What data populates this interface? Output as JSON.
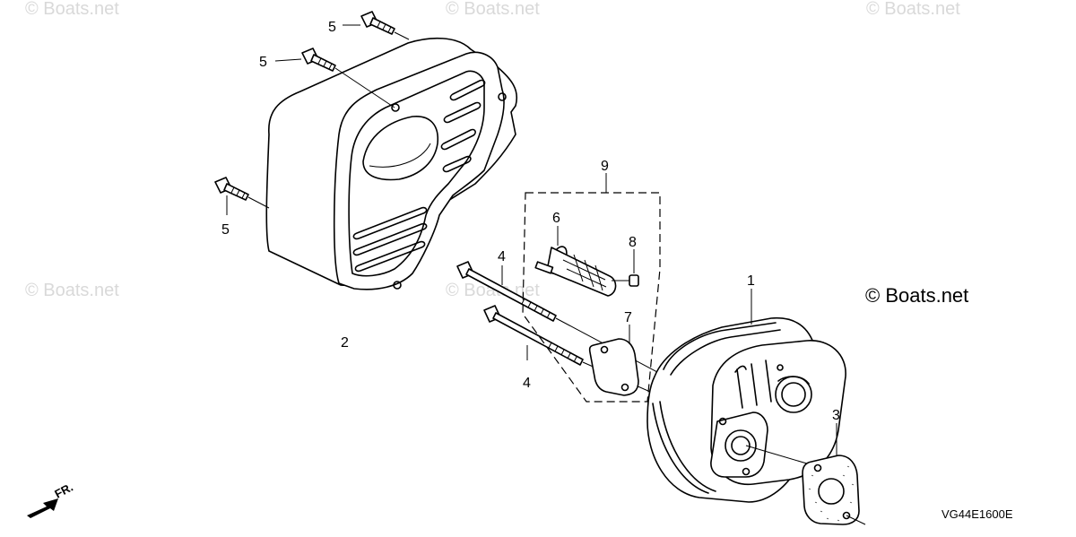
{
  "watermarks": [
    "© Boats.net",
    "© Boats.net",
    "© Boats.net",
    "© Boats.net",
    "© Boats.net"
  ],
  "brand_mark": "© Boats.net",
  "diagram_code": "VG44E1600E",
  "direction_label": "FR.",
  "callouts": {
    "muffler": "1",
    "muffler_protector": "2",
    "gasket": "3",
    "stud_bolt_a": "4",
    "stud_bolt_b": "4",
    "bolt_top": "5",
    "bolt_mid": "5",
    "bolt_left": "5",
    "spark_arrester": "6",
    "arrester_gasket": "7",
    "screw": "8",
    "spark_arrester_set": "9"
  }
}
